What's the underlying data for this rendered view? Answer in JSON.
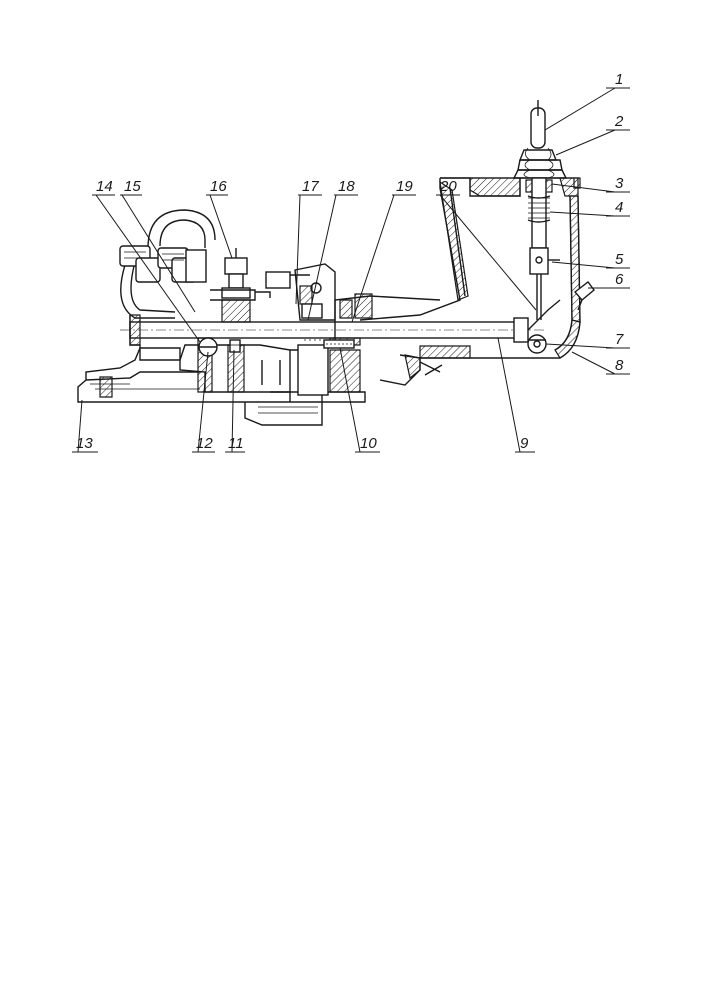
{
  "diagram": {
    "type": "mechanical-section-drawing",
    "callouts": [
      {
        "id": "c1",
        "label": "1"
      },
      {
        "id": "c2",
        "label": "2"
      },
      {
        "id": "c3",
        "label": "3"
      },
      {
        "id": "c4",
        "label": "4"
      },
      {
        "id": "c5",
        "label": "5"
      },
      {
        "id": "c6",
        "label": "6"
      },
      {
        "id": "c7",
        "label": "7"
      },
      {
        "id": "c8",
        "label": "8"
      },
      {
        "id": "c9",
        "label": "9"
      },
      {
        "id": "c10",
        "label": "10"
      },
      {
        "id": "c11",
        "label": "11"
      },
      {
        "id": "c12",
        "label": "12"
      },
      {
        "id": "c13",
        "label": "13"
      },
      {
        "id": "c14",
        "label": "14"
      },
      {
        "id": "c15",
        "label": "15"
      },
      {
        "id": "c16",
        "label": "16"
      },
      {
        "id": "c17",
        "label": "17"
      },
      {
        "id": "c18",
        "label": "18"
      },
      {
        "id": "c19",
        "label": "19"
      },
      {
        "id": "c20",
        "label": "20"
      }
    ]
  }
}
